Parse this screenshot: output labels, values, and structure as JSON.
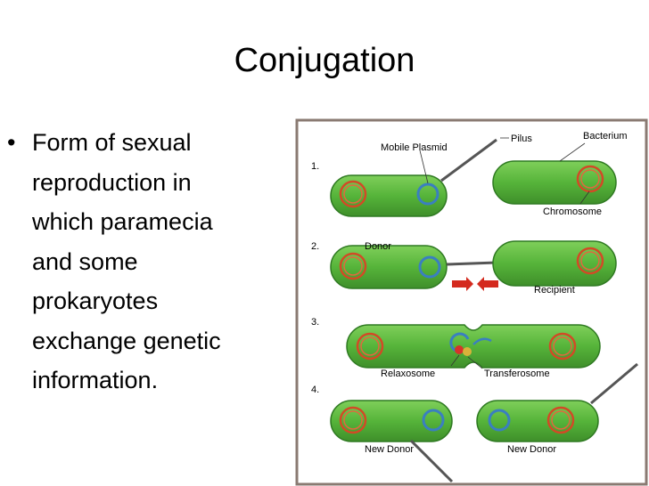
{
  "slide": {
    "title": "Conjugation",
    "bullet_marker": "•",
    "bullet_text": "Form of sexual reproduction in which paramecia and some prokaryotes exchange genetic information."
  },
  "figure": {
    "labels": {
      "mobile_plasmid": "Mobile Plasmid",
      "pilus": "Pilus",
      "bacterium": "Bacterium",
      "chromosome": "Chromosome",
      "donor": "Donor",
      "recipient": "Recipient",
      "relaxosome": "Relaxosome",
      "transferosome": "Transferosome",
      "new_donor_left": "New Donor",
      "new_donor_right": "New Donor"
    },
    "steps": [
      "1.",
      "2.",
      "3.",
      "4."
    ]
  },
  "colors": {
    "cell_fill": "#56b43a",
    "cell_border": "#2f7a22",
    "chromosome": "#d24a26",
    "plasmid": "#3a7fc0",
    "arrow": "#d42a1e",
    "frame": "#8a7a72"
  }
}
